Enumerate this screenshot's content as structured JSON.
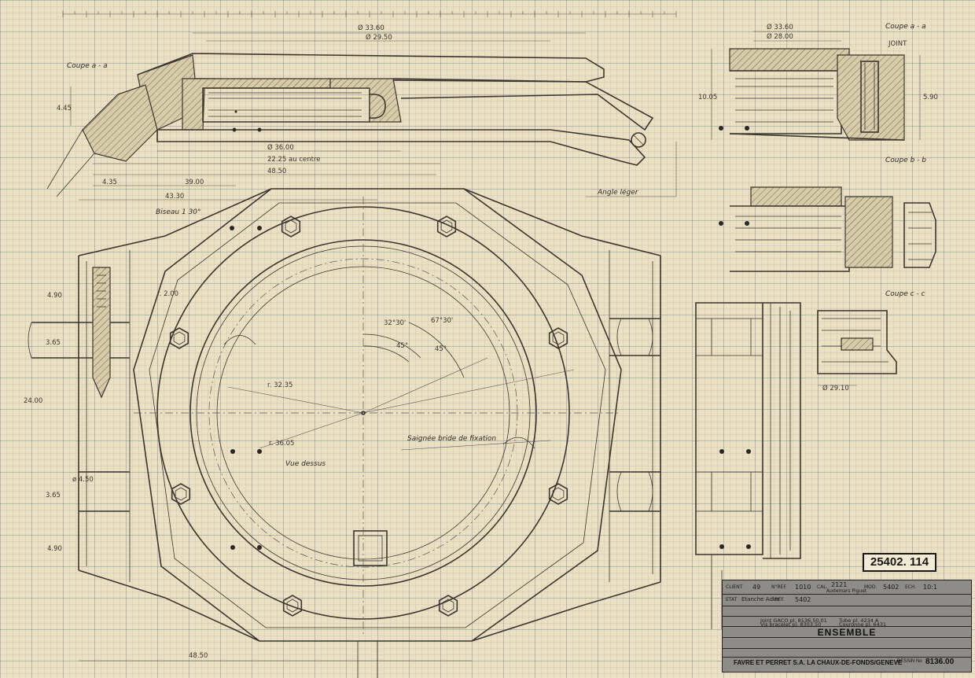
{
  "labels": {
    "coupe_aa_left": "Coupe a - a",
    "coupe_aa_right": "Coupe a - a",
    "coupe_bb": "Coupe b - b",
    "coupe_cc": "Coupe c - c",
    "joint": "JOINT",
    "biseau": "Biseau 1 30°",
    "angle_leger": "Angle léger",
    "vue_dessus": "Vue dessus",
    "saignee": "Saignée bride de fixation"
  },
  "dimensions": {
    "d3360": "Ø 33.60",
    "d2950": "Ø 29.50",
    "d3600": "Ø 36.00",
    "centre": "22.25 au centre",
    "w4850_top": "48.50",
    "w4330": "43.30",
    "w3900": "39.00",
    "w435": "4.35",
    "h445": "4.45",
    "r200": "r. 2.00",
    "r3235": "r. 32.35",
    "r3605": "r. 36.05",
    "a3230": "32°30'",
    "a6730": "67°30'",
    "a45a": "45°",
    "a45b": "45°",
    "w2400": "24.00",
    "h490a": "4.90",
    "h490b": "4.90",
    "h365a": "3.65",
    "h365b": "3.65",
    "d450": "ø 4.50",
    "w4850_bottom": "48.50",
    "r_d3360": "Ø 33.60",
    "r_d2800": "Ø 28.00",
    "r_d2910": "Ø 29.10",
    "h590": "5.90",
    "h1005": "10.05"
  },
  "stamp": {
    "number": "25402. 114"
  },
  "titleblock": {
    "client_label": "CLIENT",
    "client": "49",
    "ref_label": "N°REF.",
    "ref": "1010",
    "cal_label": "CAL.",
    "cal": "2121",
    "maker_short": "Audemars Piguet",
    "mod_label": "MOD.",
    "mod": "5402",
    "ech_label": "ECH.",
    "ech": "10:1",
    "etat_label": "ETAT",
    "etat": "Etanche Acier",
    "fref_label": "F.REF.",
    "fref": "5402",
    "joints": "Joint GACO pl. 8136.50.01",
    "vis": "Vis bracelet pl. 8303.50",
    "tube": "Tube pl. 4234 A",
    "couronne": "Couronne pl. 6431",
    "title": "ENSEMBLE",
    "maker": "FAVRE ET PERRET S.A. LA CHAUX-DE-FONDS/GENEVE",
    "drawno_label": "DESSIN No",
    "drawno": "8136.00"
  },
  "colors": {
    "paper": "#ece0c2",
    "ink": "#3a3630",
    "grid": "#5a6e96",
    "titleblock": "#8e8c88"
  }
}
